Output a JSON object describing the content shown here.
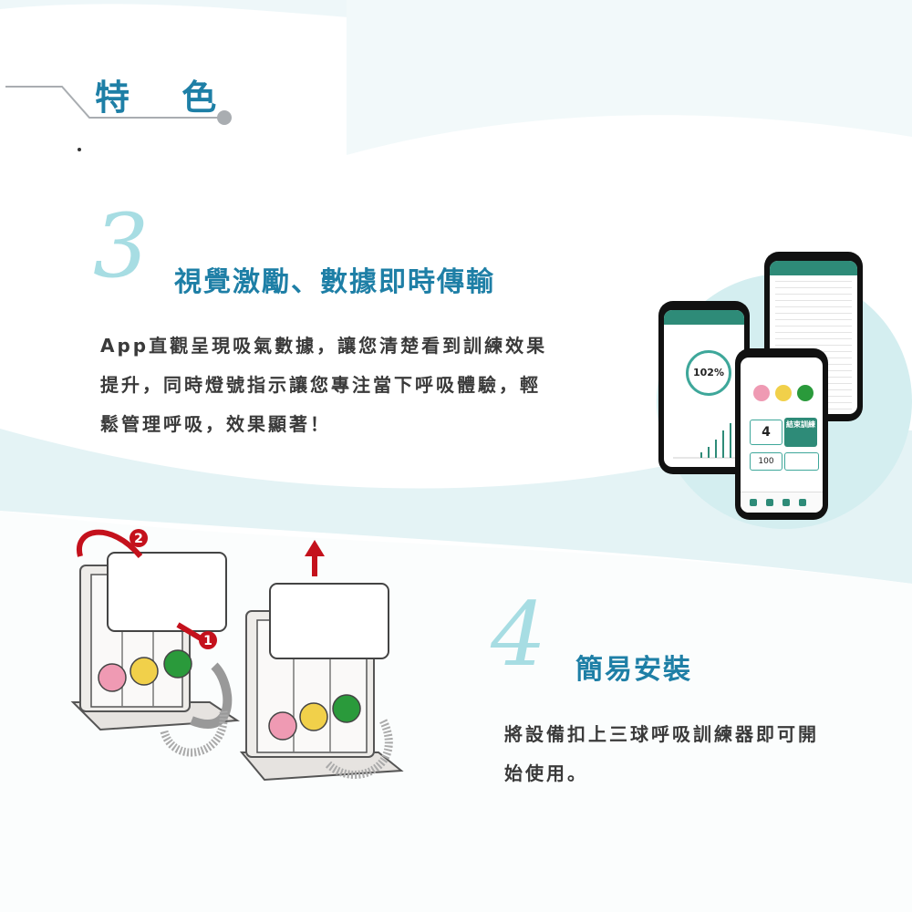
{
  "feature": {
    "title": "特 色"
  },
  "section3": {
    "number": "3",
    "title": "視覺激勵、數據即時傳輸",
    "description_lines": [
      "App直觀呈現吸氣數據，讓您清楚看到訓練效果",
      "提升，同時燈號指示讓您專注當下呼吸體驗，輕",
      "鬆管理呼吸，效果顯著！"
    ]
  },
  "section4": {
    "number": "4",
    "title": "簡易安裝",
    "description_lines": [
      "將設備扣上三球呼吸訓練器即可開",
      "始使用。"
    ]
  },
  "app_screens": {
    "percent": "102%",
    "count": "4",
    "volume": "100",
    "end_button": "結束訓練"
  },
  "device_steps": {
    "step1": "1",
    "step2": "2"
  },
  "colors": {
    "accent": "#1e7fa6",
    "number": "#a7dde3",
    "wave": "#d4eef0",
    "app_green": "#2e8b78",
    "ball_pink": "#ef9ab3",
    "ball_yellow": "#f1d04a",
    "ball_green": "#2a9a3b",
    "step_red": "#c4111c"
  }
}
